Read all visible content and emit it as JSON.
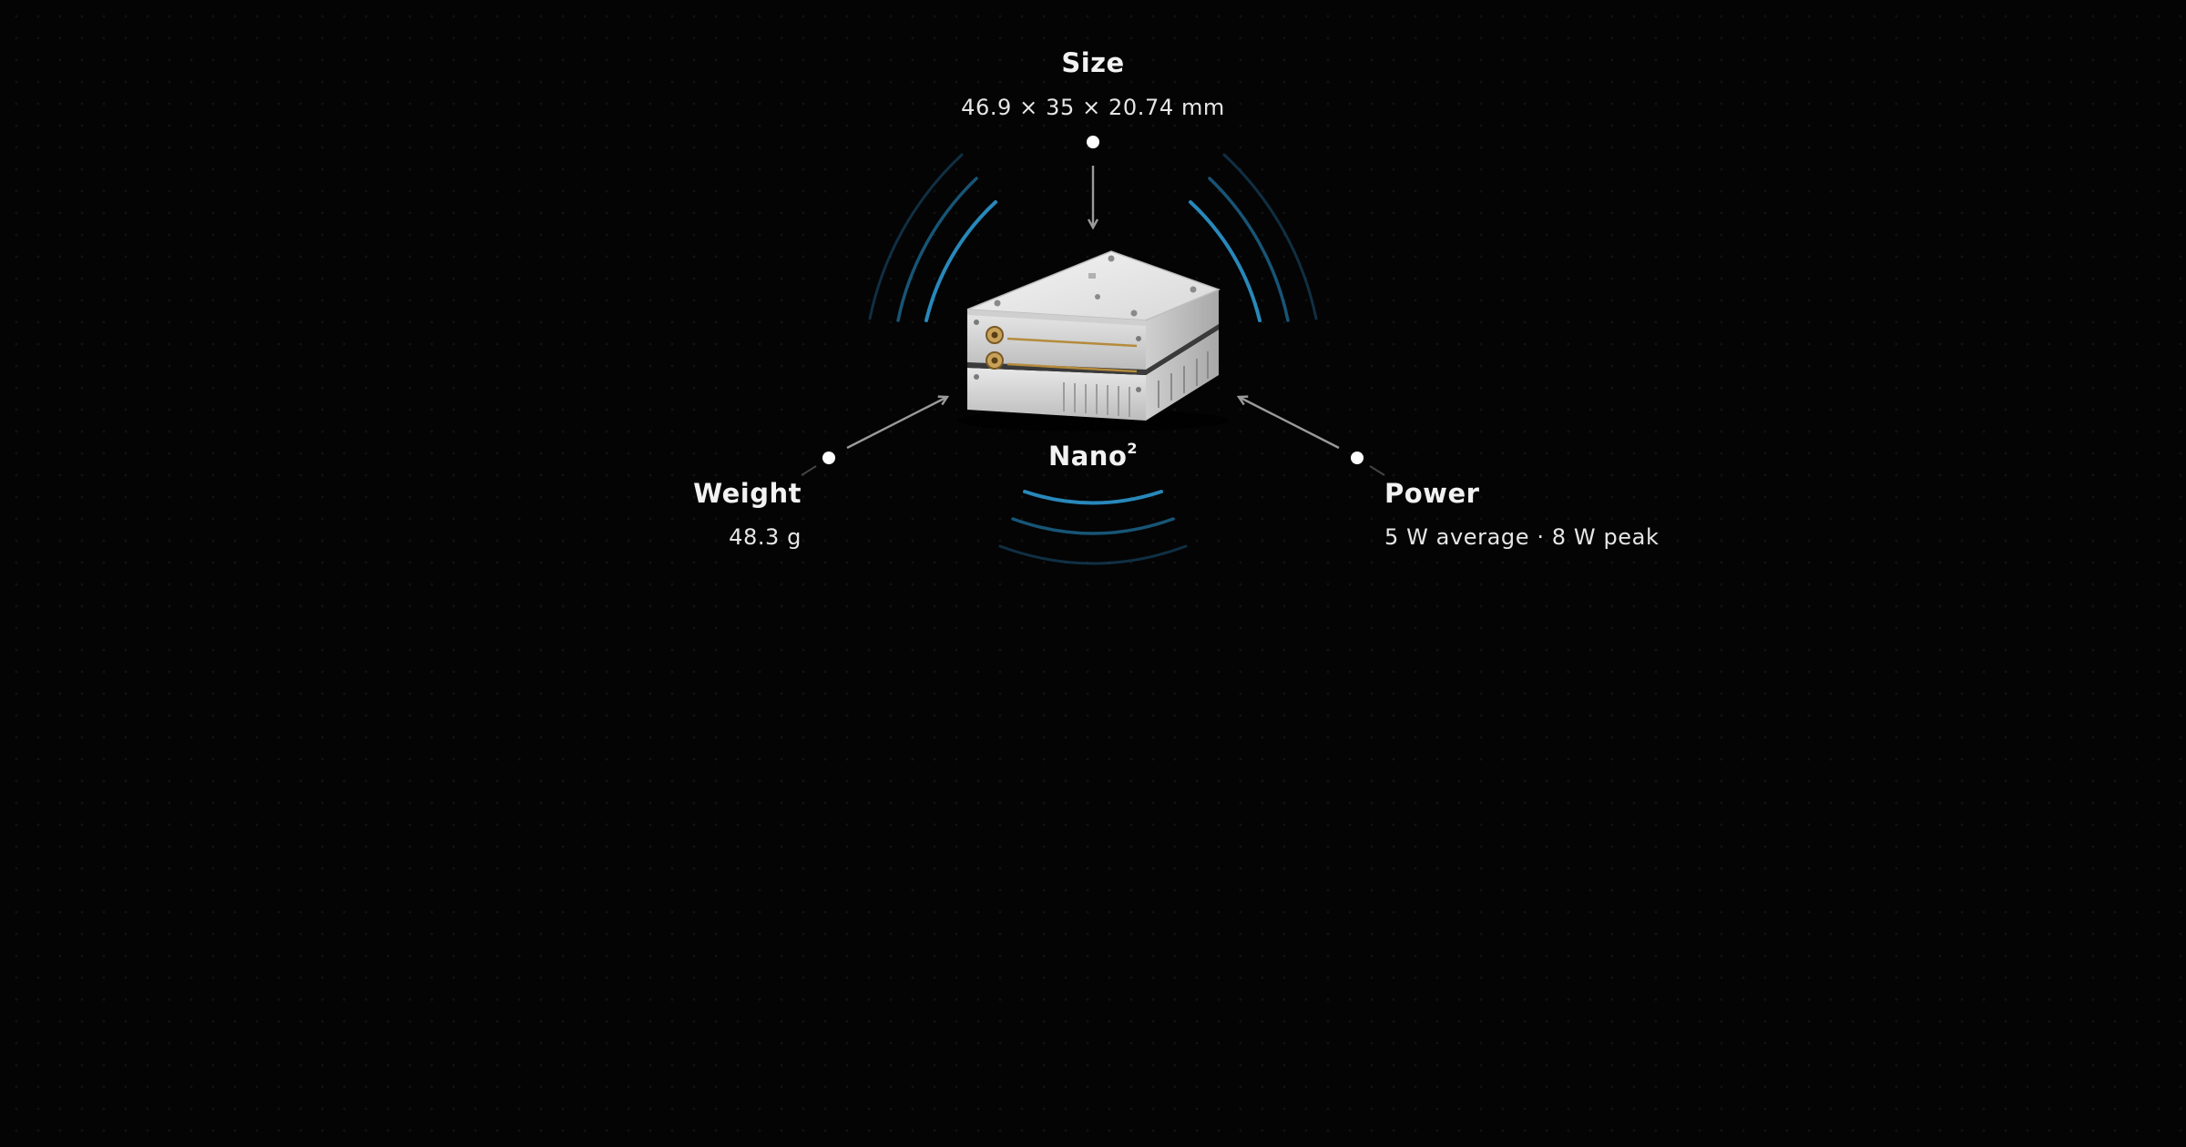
{
  "product": {
    "name": "Nano",
    "superscript": "2"
  },
  "specs": {
    "size": {
      "title": "Size",
      "value": "46.9 × 35 × 20.74 mm"
    },
    "weight": {
      "title": "Weight",
      "value": "48.3 g"
    },
    "power": {
      "title": "Power",
      "value": "5 W average · 8 W peak"
    }
  },
  "colors": {
    "background": "#040404",
    "accent": "#2a8fc4",
    "text": "#ffffff",
    "arrow": "#9a9a9a"
  },
  "icons": {
    "arrows": "arrow-icon",
    "signal": "signal-arcs-icon"
  }
}
